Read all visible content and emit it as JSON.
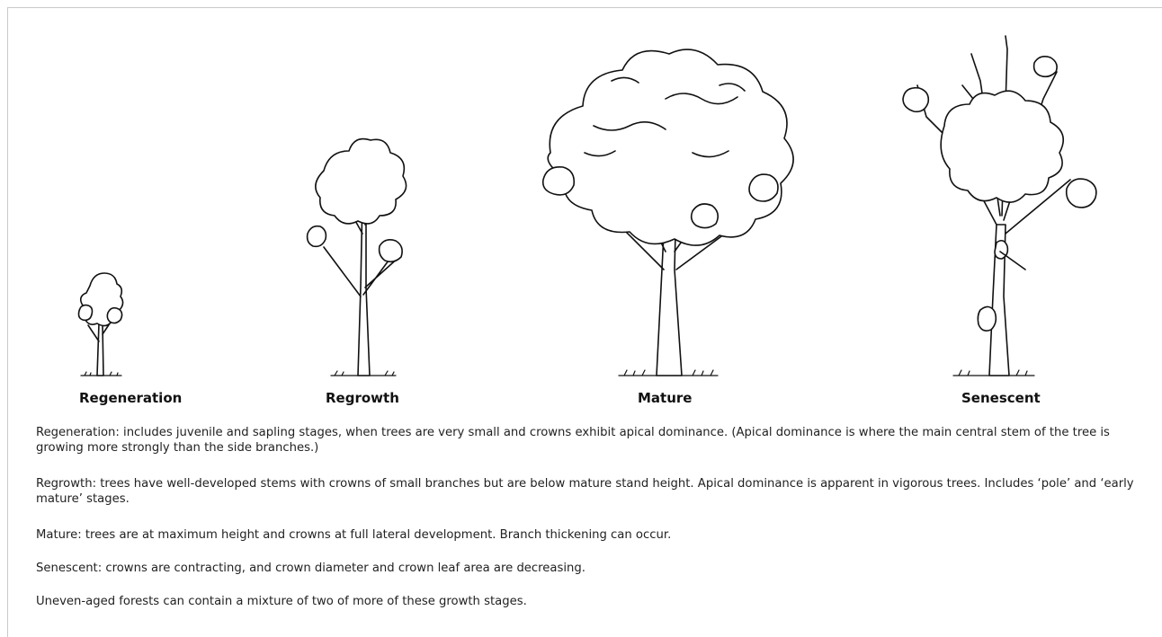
{
  "stages": [
    {
      "label": "Regeneration",
      "icon": "regeneration-tree-icon"
    },
    {
      "label": "Regrowth",
      "icon": "regrowth-tree-icon"
    },
    {
      "label": "Mature",
      "icon": "mature-tree-icon"
    },
    {
      "label": "Senescent",
      "icon": "senescent-tree-icon"
    }
  ],
  "descriptions": [
    "Regeneration: includes juvenile and sapling stages, when trees are very small and crowns exhibit apical dominance. (Apical dominance is where the main central stem of the tree is growing more strongly than the side branches.)",
    "Regrowth: trees have well-developed stems with crowns of small branches but are below mature stand height. Apical dominance is apparent in vigorous trees. Includes ‘pole’ and ‘early mature’ stages.",
    "Mature: trees are at maximum height and crowns at full lateral development. Branch thickening can occur.",
    "Senescent: crowns are contracting, and crown diameter and crown leaf area are decreasing.",
    "Uneven-aged forests can contain a mixture of two of more of these growth stages."
  ]
}
